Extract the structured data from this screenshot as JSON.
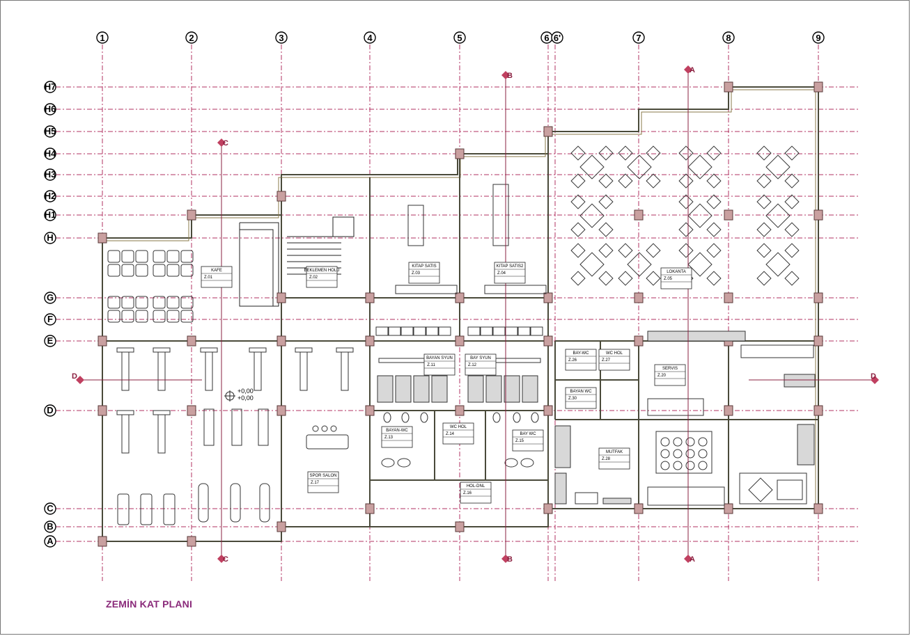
{
  "drawing_title": "ZEMİN KAT PLANI",
  "axes_vertical": [
    {
      "label": "①"
    },
    {
      "label": "②"
    },
    {
      "label": "③"
    },
    {
      "label": "④"
    },
    {
      "label": "⑤"
    },
    {
      "label": "⑥"
    },
    {
      "label": "⑥'"
    },
    {
      "label": "⑦"
    },
    {
      "label": "⑧"
    },
    {
      "label": "⑨"
    }
  ],
  "axes_horizontal": [
    {
      "label": "H7"
    },
    {
      "label": "H6"
    },
    {
      "label": "H5"
    },
    {
      "label": "H4"
    },
    {
      "label": "H3"
    },
    {
      "label": "H2"
    },
    {
      "label": "H1"
    },
    {
      "label": "H"
    },
    {
      "label": "G"
    },
    {
      "label": "F"
    },
    {
      "label": "E"
    },
    {
      "label": "D"
    },
    {
      "label": "C"
    },
    {
      "label": "B"
    },
    {
      "label": "A"
    }
  ],
  "section_marks": [
    "A",
    "B",
    "C",
    "D"
  ],
  "level_mark": [
    "+0,00",
    "+0,00"
  ],
  "rooms": [
    {
      "name": "KAFE",
      "code": "Z.01"
    },
    {
      "name": "BEKLEMEN HOLU",
      "code": "Z.02"
    },
    {
      "name": "KITAP SATIS",
      "code": "Z.03"
    },
    {
      "name": "KITAP SATIS2",
      "code": "Z.04"
    },
    {
      "name": "LOKANTA",
      "code": "Z.05"
    },
    {
      "name": "BAYAN SYUN",
      "code": "Z.11"
    },
    {
      "name": "BAY SYUN",
      "code": "Z.12"
    },
    {
      "name": "BAYAN-WC",
      "code": "Z.13"
    },
    {
      "name": "WC HOL",
      "code": "Z.14"
    },
    {
      "name": "BAY WC",
      "code": "Z.15"
    },
    {
      "name": "HOL-DNL",
      "code": "Z.16"
    },
    {
      "name": "SPOR SALON",
      "code": "Z.17"
    },
    {
      "name": "SERVIS",
      "code": "Z.20"
    },
    {
      "name": "MUTFAK",
      "code": "Z.28"
    },
    {
      "name": "BAY-WC",
      "code": "Z.26"
    },
    {
      "name": "WC HOL",
      "code": "Z.27"
    },
    {
      "name": "BAYAN WC",
      "code": "Z.30"
    }
  ]
}
